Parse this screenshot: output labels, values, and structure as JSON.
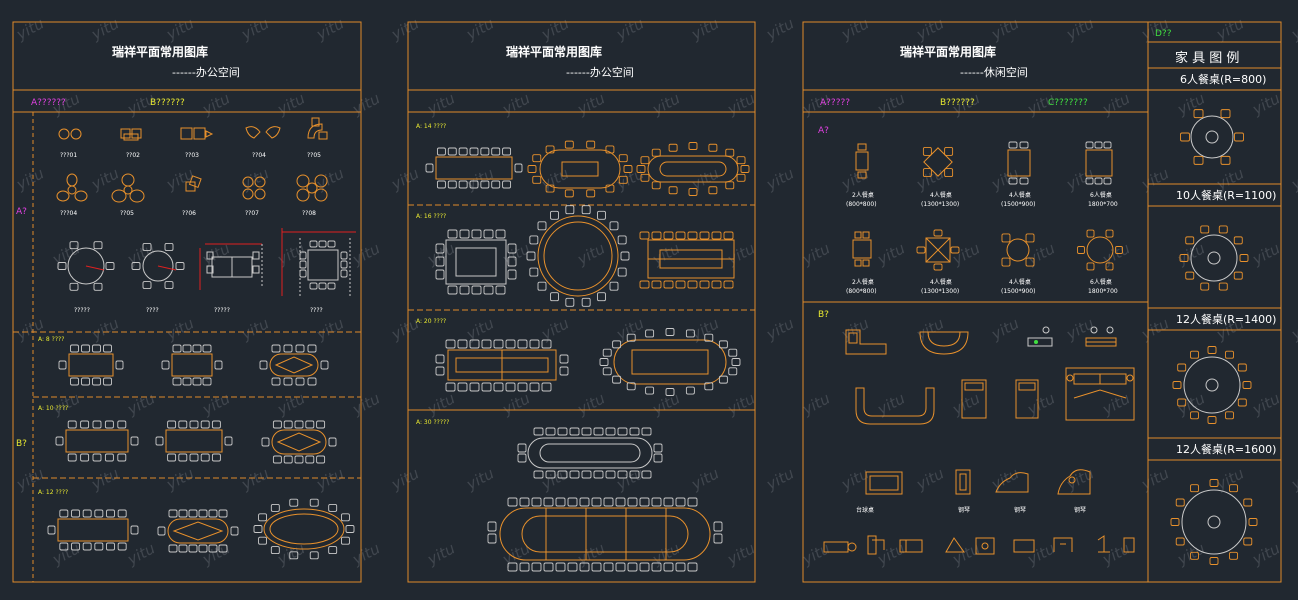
{
  "colors": {
    "background": "#212830",
    "frame": "#e08a2a",
    "furniture": "#e8912c",
    "chair": "#c9c9c9",
    "title": "#ffffff",
    "magenta": "#e040e0",
    "yellow": "#e8e830",
    "green": "#40e040",
    "red": "#e02020",
    "watermark": "#5a6068"
  },
  "watermark": "yitu",
  "sheet1": {
    "title": "瑞祥平面常用图库",
    "subtitle": "------办公空间",
    "header_a": "A??????",
    "header_b": "B??????",
    "side_a": "A?",
    "side_b": "B?",
    "row1_labels": [
      "???01",
      "??02",
      "??03",
      "??04",
      "??05"
    ],
    "row2_labels": [
      "???04",
      "??05",
      "??06",
      "??07",
      "??08"
    ],
    "row3_labels": [
      "?????",
      "????",
      "?????",
      "????"
    ],
    "sec1_label": "A: 8  ????",
    "sec2_label": "A: 10  ????",
    "sec3_label": "A: 12  ????"
  },
  "sheet2": {
    "title": "瑞祥平面常用图库",
    "subtitle": "------办公空间",
    "sec1_label": "A: 14  ????",
    "sec2_label": "A: 16  ????",
    "sec3_label": "A: 20  ????",
    "sec4_label": "A: 30  ?????"
  },
  "sheet3": {
    "title": "瑞祥平面常用图库",
    "subtitle": "------休闲空间",
    "header_a": "A?????",
    "header_b": "B??????",
    "header_c": "C???????",
    "side_a": "A?",
    "side_b": "B?",
    "row1_captions": [
      {
        "name": "2人餐桌",
        "size": "(800*800)"
      },
      {
        "name": "4人餐桌",
        "size": "(1300*1300)"
      },
      {
        "name": "4人餐桌",
        "size": "(1500*900)"
      },
      {
        "name": "6人餐桌",
        "size": "1800*700"
      }
    ],
    "row2_captions": [
      {
        "name": "2人餐桌",
        "size": "(800*800)"
      },
      {
        "name": "4人餐桌",
        "size": "(1300*1300)"
      },
      {
        "name": "4人餐桌",
        "size": "(1500*900)"
      },
      {
        "name": "6人餐桌",
        "size": "1800*700"
      }
    ],
    "b_labels": [
      "台球桌",
      "钢琴",
      "钢琴",
      "钢琴"
    ]
  },
  "legend": {
    "tag": "D??",
    "title": "家 具 图 例",
    "items": [
      "6人餐桌(R=800)",
      "10人餐桌(R=1100)",
      "12人餐桌(R=1400)",
      "12人餐桌(R=1600)"
    ]
  }
}
